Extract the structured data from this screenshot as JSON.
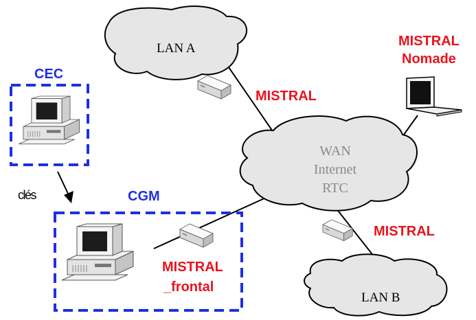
{
  "clouds": {
    "lan_a": "LAN A",
    "lan_b": "LAN B",
    "wan_line1": "WAN",
    "wan_line2": "Internet",
    "wan_line3": "RTC"
  },
  "groups": {
    "cec": "CEC",
    "cgm": "CGM"
  },
  "devices": {
    "mistral_top": "MISTRAL",
    "mistral_right": "MISTRAL",
    "mistral_nomade_line1": "MISTRAL",
    "mistral_nomade_line2": "Nomade",
    "mistral_frontal_line1": "MISTRAL",
    "mistral_frontal_line2": "_frontal"
  },
  "edges": {
    "keys_label": "clés"
  },
  "colors": {
    "red_label": "#e8141c",
    "blue_label": "#1f2fe0",
    "cloud_fill": "#e6e6e6",
    "wan_text": "#8a8a8a"
  }
}
